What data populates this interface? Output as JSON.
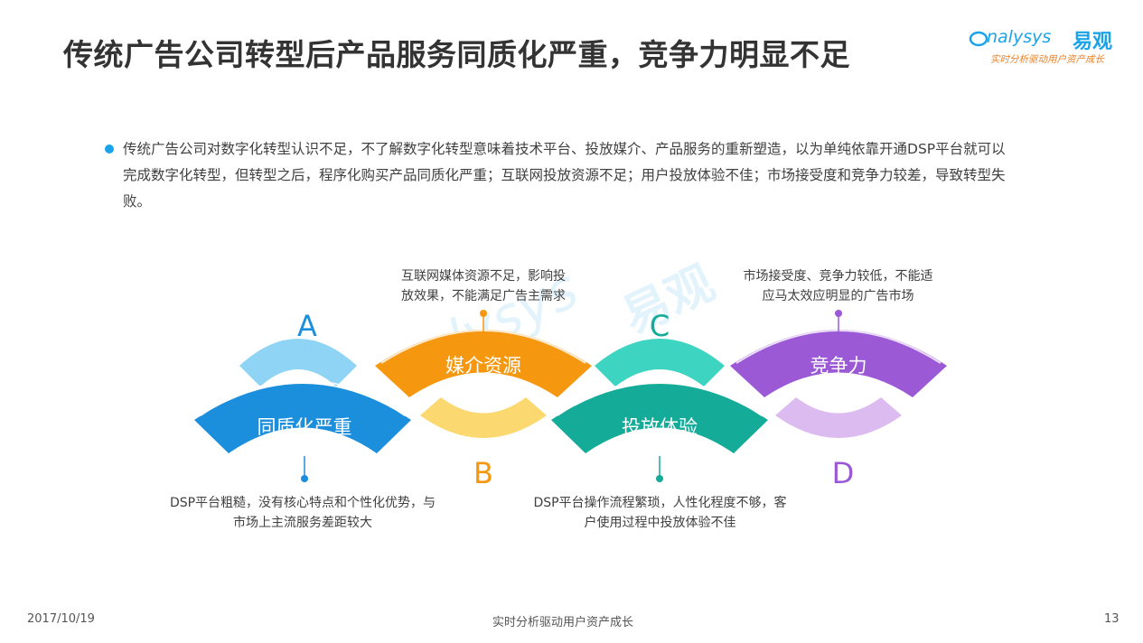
{
  "slide": {
    "title": "传统广告公司转型后产品服务同质化严重，竞争力明显不足",
    "logo_text": "nalysys",
    "logo_cn": "易观",
    "logo_tagline": "实时分析驱动用户资产成长",
    "bullet": "传统广告公司对数字化转型认识不足，不了解数字化转型意味着技术平台、投放媒介、产品服务的重新塑造，以为单纯依靠开通DSP平台就可以完成数字化转型，但转型之后，程序化购买产品同质化严重；互联网投放资源不足；用户投放体验不佳；市场接受度和竞争力较差，导致转型失败。"
  },
  "diagram": {
    "segments": [
      {
        "letter": "A",
        "label": "同质化严重",
        "note_line1": "DSP平台粗糙，没有核心特点和个性化优势，与",
        "note_line2": "市场上主流服务差距较大",
        "color": "#1b8fdc",
        "light": "#8fd3f5"
      },
      {
        "letter": "B",
        "label": "媒介资源",
        "note_line1": "互联网媒体资源不足，影响投",
        "note_line2": "放效果，不能满足广告主需求",
        "color": "#f5970f",
        "light": "#fbd870"
      },
      {
        "letter": "C",
        "label": "投放体验",
        "note_line1": "DSP平台操作流程繁琐，人性化程度不够，客",
        "note_line2": "户使用过程中投放体验不佳",
        "color": "#14ab98",
        "light": "#3ed4c2"
      },
      {
        "letter": "D",
        "label": "竞争力",
        "note_line1": "市场接受度、竞争力较低，不能适",
        "note_line2": "应马太效应明显的广告市场",
        "color": "#9b59d6",
        "light": "#dcbcf0"
      }
    ]
  },
  "footer": {
    "date": "2017/10/19",
    "center": "实时分析驱动用户资产成长",
    "page": "13"
  }
}
